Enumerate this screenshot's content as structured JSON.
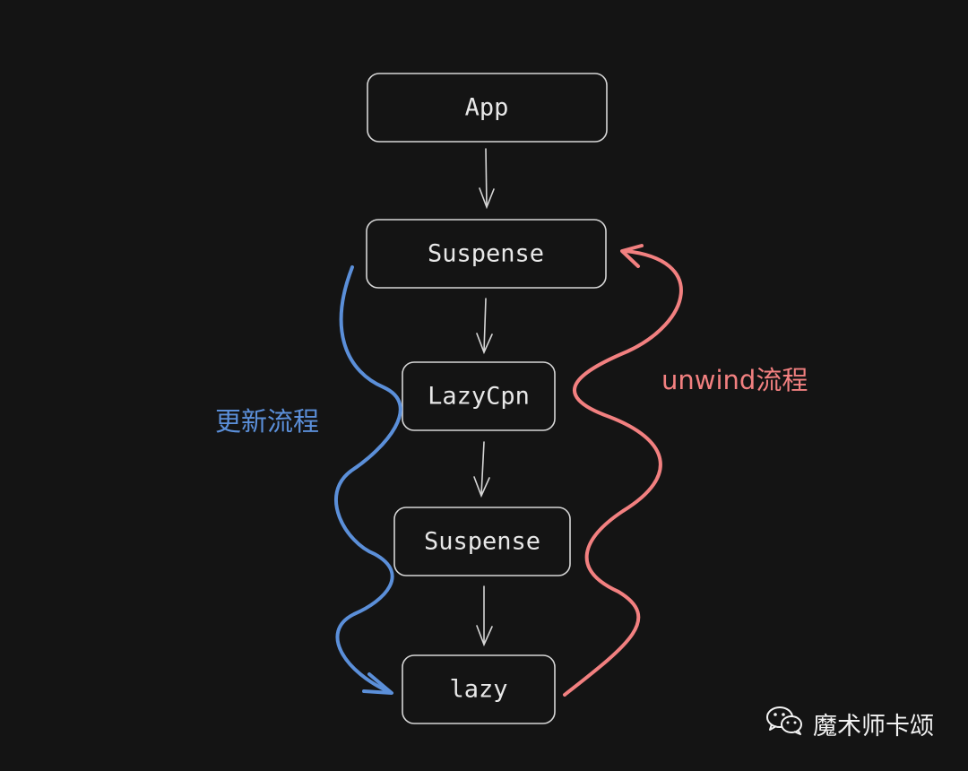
{
  "colors": {
    "background": "#141414",
    "node_stroke": "#d6d6d6",
    "node_fill": "#141414",
    "update_flow": "#5b8fd9",
    "unwind_flow": "#f28080"
  },
  "nodes": [
    {
      "label": "App"
    },
    {
      "label": "Suspense"
    },
    {
      "label": "LazyCpn"
    },
    {
      "label": "Suspense"
    },
    {
      "label": "lazy"
    }
  ],
  "flows": {
    "update": {
      "label": "更新流程"
    },
    "unwind": {
      "label": "unwind流程"
    }
  },
  "watermark": {
    "icon": "wechat-icon",
    "text": "魔术师卡颂"
  }
}
